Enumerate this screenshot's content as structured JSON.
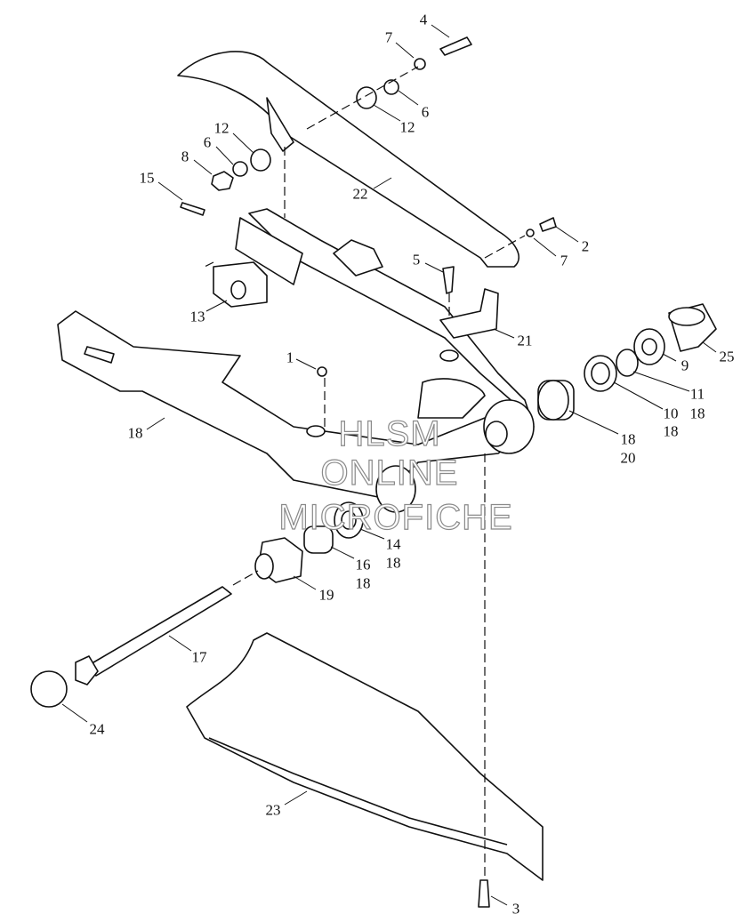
{
  "diagram": {
    "watermark": [
      "HLSM",
      "ONLINE",
      "MICROFICHE"
    ],
    "colors": {
      "line": "#111111",
      "watermark": "#8a8a8a"
    },
    "callouts": [
      {
        "id": "c4",
        "text": "4"
      },
      {
        "id": "c7a",
        "text": "7"
      },
      {
        "id": "c6a",
        "text": "6"
      },
      {
        "id": "c12a",
        "text": "12"
      },
      {
        "id": "c12b",
        "text": "12"
      },
      {
        "id": "c6b",
        "text": "6"
      },
      {
        "id": "c8",
        "text": "8"
      },
      {
        "id": "c15",
        "text": "15"
      },
      {
        "id": "c22",
        "text": "22"
      },
      {
        "id": "c2",
        "text": "2"
      },
      {
        "id": "c7b",
        "text": "7"
      },
      {
        "id": "c5",
        "text": "5"
      },
      {
        "id": "c13",
        "text": "13"
      },
      {
        "id": "c21",
        "text": "21"
      },
      {
        "id": "c25",
        "text": "25"
      },
      {
        "id": "c9",
        "text": "9"
      },
      {
        "id": "c1",
        "text": "1"
      },
      {
        "id": "c11",
        "text": "11"
      },
      {
        "id": "c11s",
        "text": "18"
      },
      {
        "id": "c10",
        "text": "10"
      },
      {
        "id": "c10s",
        "text": "18"
      },
      {
        "id": "c18",
        "text": "18"
      },
      {
        "id": "c18b",
        "text": "18"
      },
      {
        "id": "c20",
        "text": "20"
      },
      {
        "id": "c14",
        "text": "14"
      },
      {
        "id": "c14s",
        "text": "18"
      },
      {
        "id": "c16",
        "text": "16"
      },
      {
        "id": "c16s",
        "text": "18"
      },
      {
        "id": "c19",
        "text": "19"
      },
      {
        "id": "c17",
        "text": "17"
      },
      {
        "id": "c24",
        "text": "24"
      },
      {
        "id": "c23",
        "text": "23"
      },
      {
        "id": "c3",
        "text": "3"
      }
    ]
  }
}
